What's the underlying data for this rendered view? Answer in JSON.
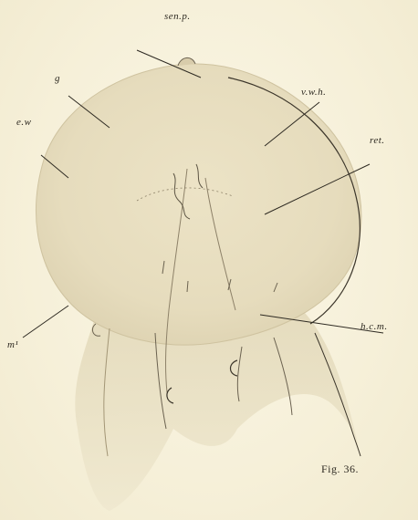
{
  "figure": {
    "caption": "Fig. 36.",
    "labels": {
      "sen_p": "sen.p.",
      "g": "g",
      "e_w": "e.w",
      "v_w_h": "v.w.h.",
      "ret": "ret.",
      "h_c_m": "h.c.m.",
      "m1": "m¹"
    }
  }
}
